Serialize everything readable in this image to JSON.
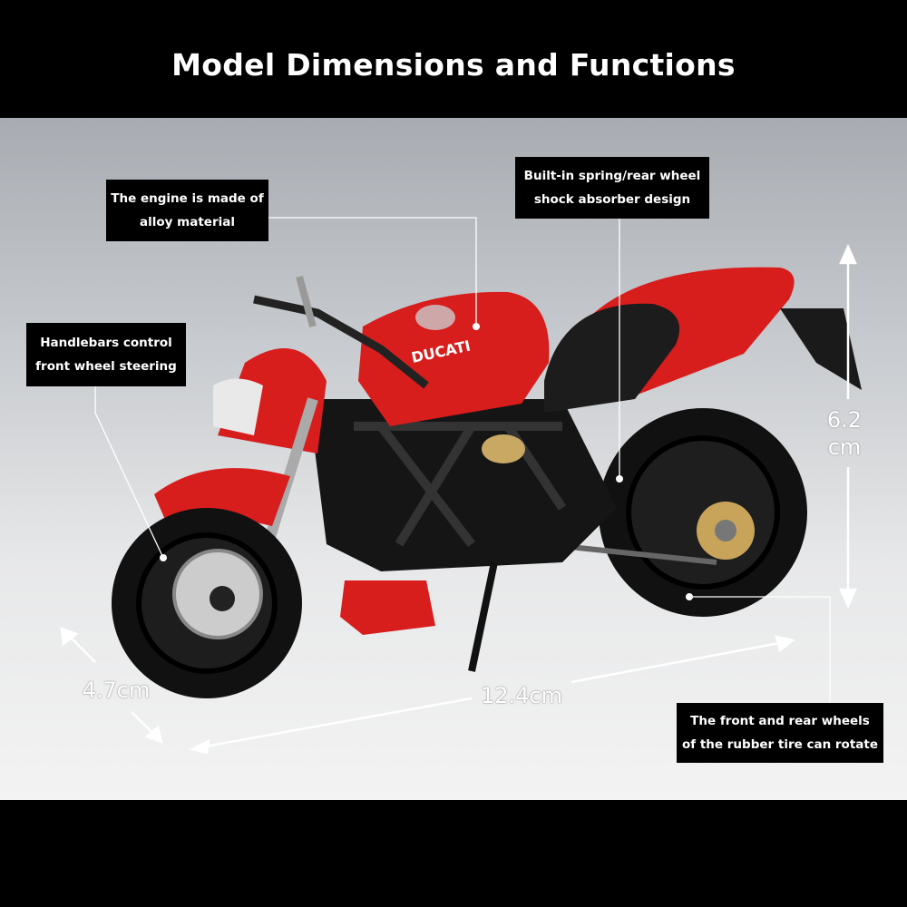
{
  "title": "Model Dimensions and Functions",
  "callouts": {
    "engine": [
      "The engine is made of",
      "alloy material"
    ],
    "spring": [
      "Built-in spring/rear wheel",
      "shock absorber design"
    ],
    "handlebars": [
      "Handlebars control",
      "front wheel steering"
    ],
    "wheels": [
      "The front and rear wheels",
      "of the rubber tire can rotate"
    ]
  },
  "dimensions": {
    "height_value": "6.2",
    "height_unit": "cm",
    "length": "12.4cm",
    "width": "4.7cm"
  },
  "brand_logo_text": "DUCATI",
  "colors": {
    "body_red": "#d81d1d",
    "background": "#000000"
  }
}
